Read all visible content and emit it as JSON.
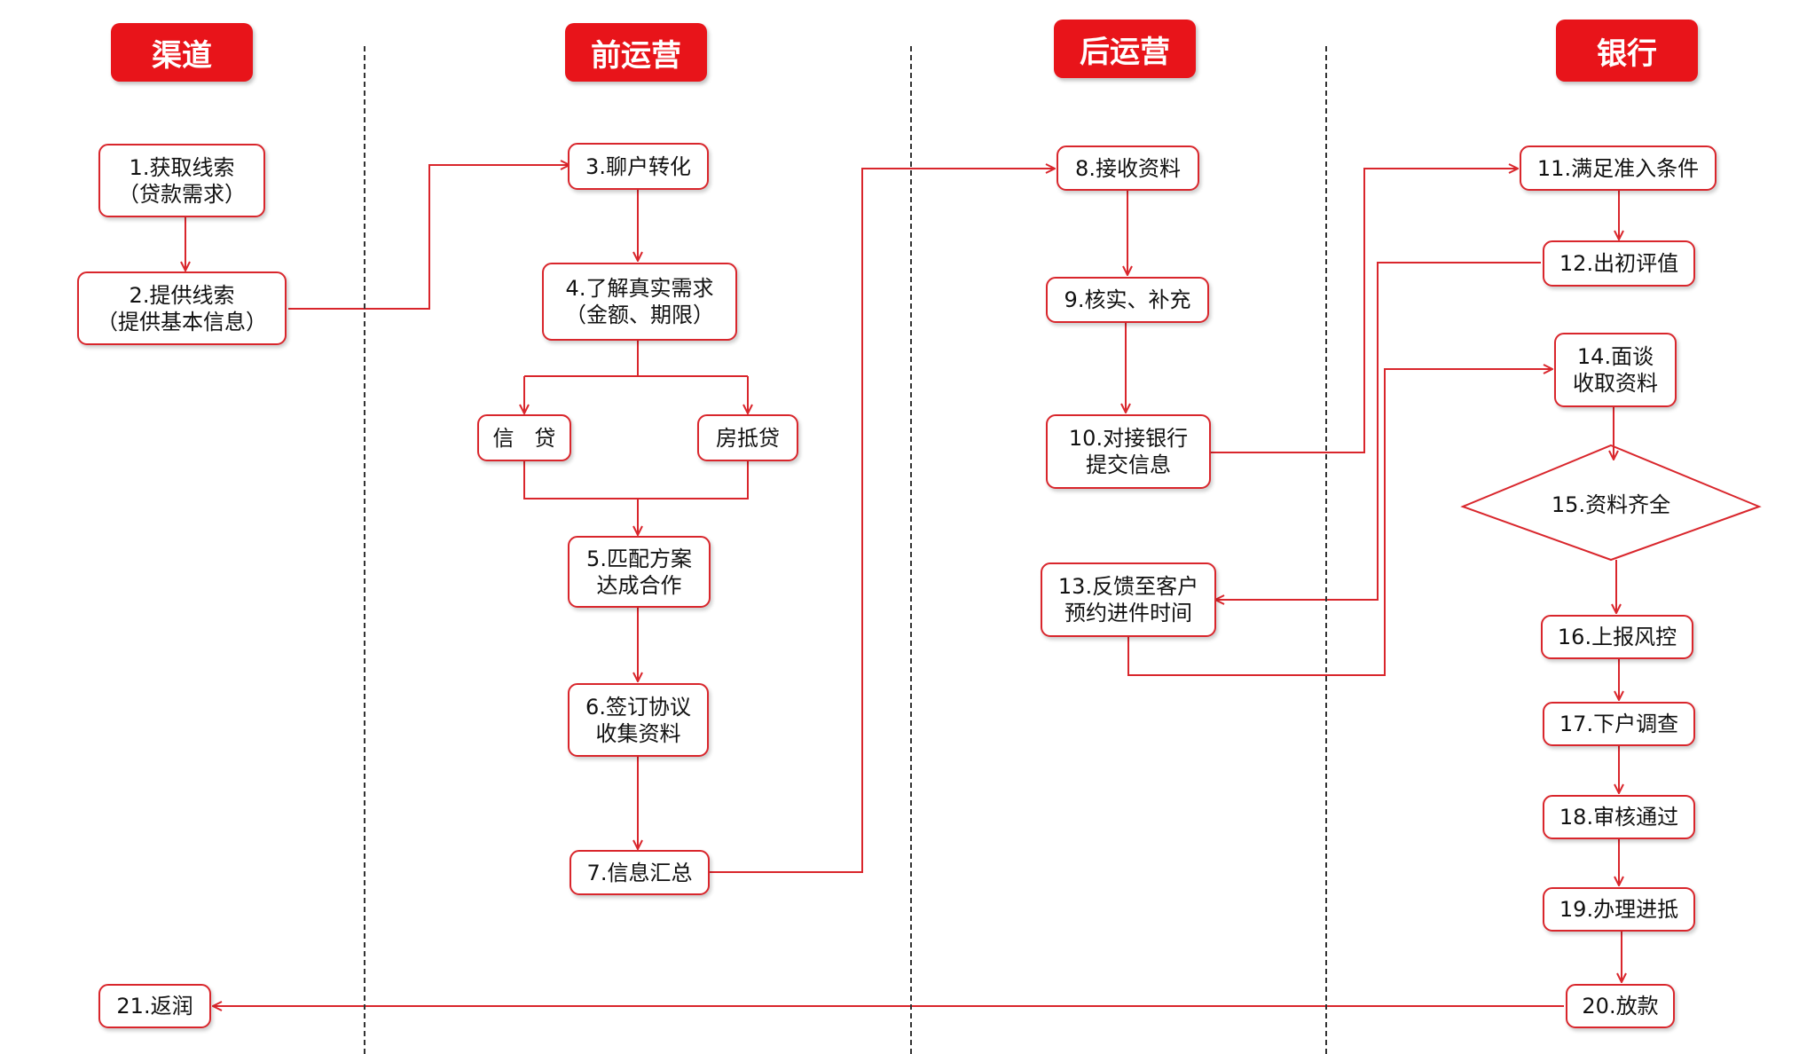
{
  "lanes": [
    {
      "id": "channel",
      "label": "渠道"
    },
    {
      "id": "front_ops",
      "label": "前运营"
    },
    {
      "id": "back_ops",
      "label": "后运营"
    },
    {
      "id": "bank",
      "label": "银行"
    }
  ],
  "steps": {
    "s1": {
      "line1": "1.获取线索",
      "line2": "（贷款需求）"
    },
    "s2": {
      "line1": "2.提供线索",
      "line2": "（提供基本信息）"
    },
    "s3": {
      "line1": "3.聊户转化",
      "line2": ""
    },
    "s4": {
      "line1": "4.了解真实需求",
      "line2": "（金额、期限）"
    },
    "credit": {
      "line1": "信   贷",
      "line2": ""
    },
    "mortgage": {
      "line1": "房抵贷",
      "line2": ""
    },
    "s5": {
      "line1": "5.匹配方案",
      "line2": "达成合作"
    },
    "s6": {
      "line1": "6.签订协议",
      "line2": "收集资料"
    },
    "s7": {
      "line1": "7.信息汇总",
      "line2": ""
    },
    "s8": {
      "line1": "8.接收资料",
      "line2": ""
    },
    "s9": {
      "line1": "9.核实、补充",
      "line2": ""
    },
    "s10": {
      "line1": "10.对接银行",
      "line2": "提交信息"
    },
    "s11": {
      "line1": "11.满足准入条件",
      "line2": ""
    },
    "s12": {
      "line1": "12.出初评值",
      "line2": ""
    },
    "s13": {
      "line1": "13.反馈至客户",
      "line2": "预约进件时间"
    },
    "s14": {
      "line1": "14.面谈",
      "line2": "收取资料"
    },
    "s15": {
      "line1": "15.资料齐全",
      "line2": ""
    },
    "s16": {
      "line1": "16.上报风控",
      "line2": ""
    },
    "s17": {
      "line1": "17.下户调查",
      "line2": ""
    },
    "s18": {
      "line1": "18.审核通过",
      "line2": ""
    },
    "s19": {
      "line1": "19.办理进抵",
      "line2": ""
    },
    "s20": {
      "line1": "20.放款",
      "line2": ""
    },
    "s21": {
      "line1": "21.返润",
      "line2": ""
    }
  },
  "colors": {
    "accent": "#e8141a",
    "stroke": "#d9262c",
    "divider": "#333333"
  }
}
